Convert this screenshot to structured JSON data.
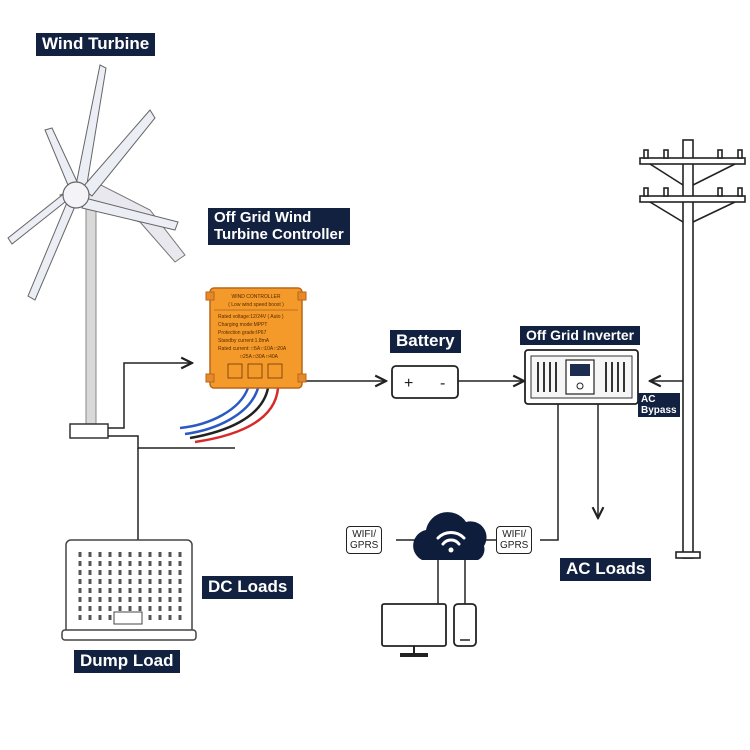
{
  "labels": {
    "wind_turbine": "Wind Turbine",
    "controller_line1": "Off Grid Wind",
    "controller_line2": "Turbine Controller",
    "battery": "Battery",
    "inverter": "Off Grid Inverter",
    "ac_bypass_line1": "AC",
    "ac_bypass_line2": "Bypass",
    "dc_loads": "DC Loads",
    "dump_load": "Dump Load",
    "ac_loads": "AC Loads",
    "wifi_left_line1": "WIFI/",
    "wifi_left_line2": "GPRS",
    "wifi_right_line1": "WIFI/",
    "wifi_right_line2": "GPRS"
  },
  "controller_panel": {
    "title": "WIND CONTROLLER",
    "subtitle": "( Low wind speed boost )",
    "spec_lines": [
      "Rated voltage:12/24V ( Auto )",
      "Charging mode:MPPT",
      "Protection grade:IP67",
      "Standby current:1.8mA",
      "Rated current: □5A □10A □20A",
      "□25A □30A □40A"
    ]
  },
  "battery_terminals": {
    "positive": "+",
    "negative": "-"
  },
  "colors": {
    "label_bg": "#12213f",
    "controller_orange": "#f39a2a",
    "line": "#222222",
    "cloud_dark": "#0f1d3c"
  },
  "icons": [
    "wind-turbine-icon",
    "utility-pole-icon",
    "cloud-wifi-icon",
    "monitor-icon",
    "smartphone-icon",
    "dump-load-icon"
  ]
}
